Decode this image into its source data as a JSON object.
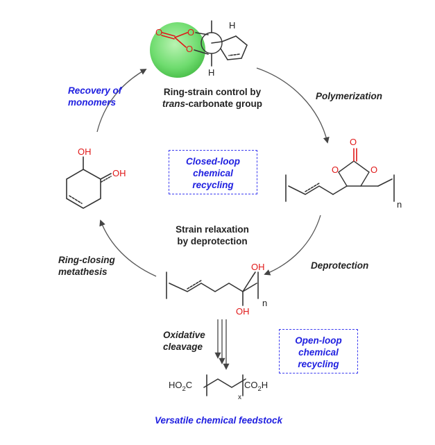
{
  "labels": {
    "recovery_line1": "Recovery of",
    "recovery_line2": "monomers",
    "ring_strain_line1": "Ring-strain control by",
    "ring_strain_italic": "trans",
    "ring_strain_line2_rest": "-carbonate group",
    "polymerization": "Polymerization",
    "closed_loop_line1": "Closed-loop",
    "closed_loop_line2": "chemical",
    "closed_loop_line3": "recycling",
    "strain_relax_line1": "Strain relaxation",
    "strain_relax_line2": "by deprotection",
    "rcm_line1": "Ring-closing",
    "rcm_line2": "metathesis",
    "deprotection": "Deprotection",
    "oxidative_line1": "Oxidative",
    "oxidative_line2": "cleavage",
    "open_loop_line1": "Open-loop",
    "open_loop_line2": "chemical",
    "open_loop_line3": "recycling",
    "feedstock": "Versatile chemical feedstock"
  },
  "atoms": {
    "o": "O",
    "h": "H",
    "oh": "OH",
    "n": "n",
    "x": "x",
    "ho2c_main": "HO",
    "ho2c_sub": "2",
    "ho2c_tail": "C",
    "co2h_head": "CO",
    "co2h_sub": "2",
    "co2h_tail": "H"
  },
  "colors": {
    "blue_text": "#2020e0",
    "red_atom": "#e01818",
    "green_highlight": "#6fdc6f",
    "bond": "#333333"
  }
}
